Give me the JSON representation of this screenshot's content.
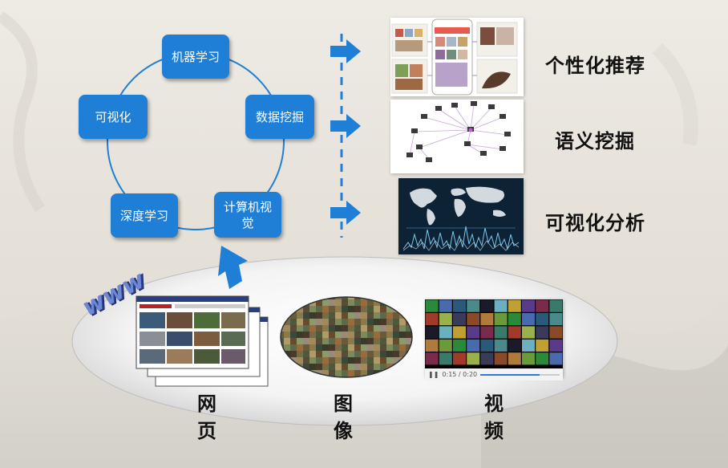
{
  "cycle": {
    "nodes": [
      {
        "id": "machine-learning",
        "label": "机器学习"
      },
      {
        "id": "data-mining",
        "label": "数据挖掘"
      },
      {
        "id": "computer-vision",
        "label": "计算机视觉"
      },
      {
        "id": "deep-learning",
        "label": "深度学习"
      },
      {
        "id": "visualization",
        "label": "可视化"
      }
    ]
  },
  "applications": [
    {
      "id": "personalized-recommendation",
      "label": "个性化推荐"
    },
    {
      "id": "semantic-mining",
      "label": "语义挖掘"
    },
    {
      "id": "visual-analytics",
      "label": "可视化分析"
    }
  ],
  "sources": [
    {
      "id": "web",
      "chars": [
        "网",
        "页"
      ]
    },
    {
      "id": "image",
      "chars": [
        "图",
        "像"
      ]
    },
    {
      "id": "video",
      "chars": [
        "视",
        "频"
      ]
    }
  ],
  "video_player": {
    "time": "0:15 / 0:20"
  },
  "colors": {
    "node": "#1f7fd6",
    "arrow": "#1f7fd6",
    "dashed_line": "#1f7fd6"
  }
}
